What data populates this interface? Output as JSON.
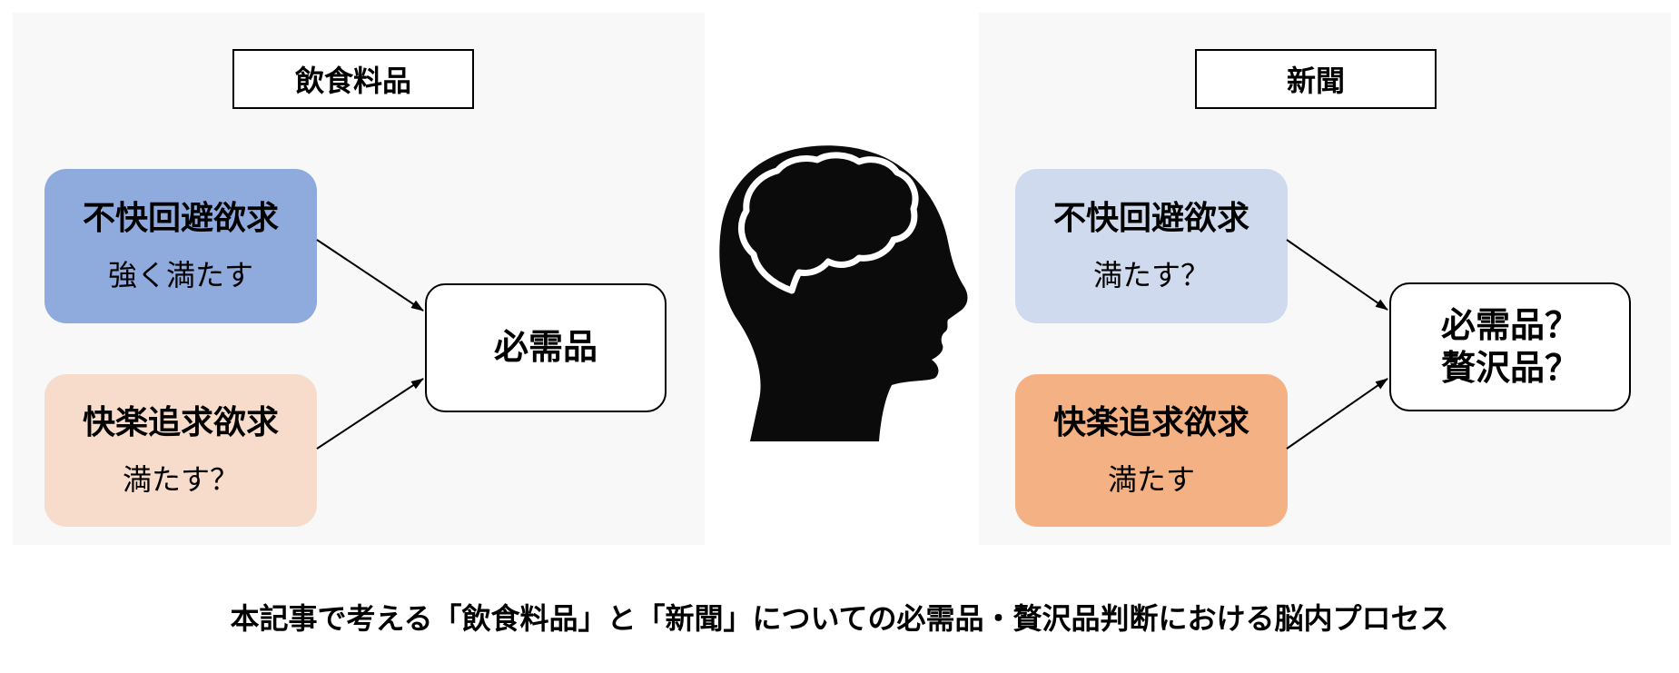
{
  "left_panel": {
    "title": "飲食料品",
    "top_box": {
      "title": "不快回避欲求",
      "level": "強く満たす",
      "color": "#8faadc"
    },
    "bottom_box": {
      "title": "快楽追求欲求",
      "level": "満たす？",
      "color": "#f8dccb"
    },
    "result": {
      "lines": [
        "必需品"
      ]
    }
  },
  "right_panel": {
    "title": "新聞",
    "top_box": {
      "title": "不快回避欲求",
      "level": "満たす？",
      "color": "#d0daee"
    },
    "bottom_box": {
      "title": "快楽追求欲求",
      "level": "満たす",
      "color": "#f4b183"
    },
    "result": {
      "lines": [
        "必需品？",
        "贅沢品？"
      ]
    }
  },
  "center": {
    "icon": "human-head-brain-icon"
  },
  "caption": "本記事で考える「飲食料品」と「新聞」についての必需品・贅沢品判断における脳内プロセス",
  "colors": {
    "panel_background": "#f8f8f8",
    "stroke": "#000000",
    "head_fill": "#0b0b0b"
  }
}
